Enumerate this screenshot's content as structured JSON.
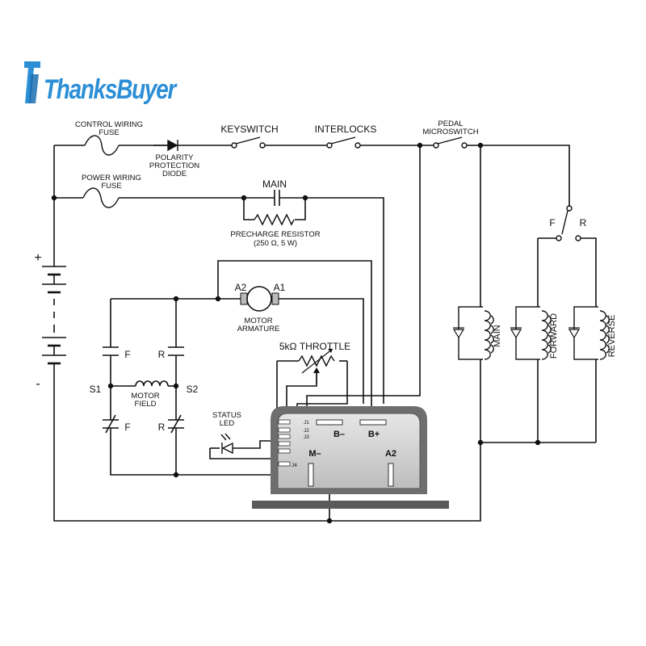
{
  "brand": {
    "logo_text": "ThanksBuyer",
    "logo_color": "#2c8fd6"
  },
  "labels": {
    "control_wiring_fuse": [
      "CONTROL WIRING",
      "FUSE"
    ],
    "polarity_protection_diode": [
      "POLARITY",
      "PROTECTION",
      "DIODE"
    ],
    "keyswitch": "KEYSWITCH",
    "interlocks": "INTERLOCKS",
    "pedal_microswitch": [
      "PEDAL",
      "MICROSWITCH"
    ],
    "power_wiring_fuse": [
      "POWER WIRING",
      "FUSE"
    ],
    "main_contactor": "MAIN",
    "precharge_resistor": [
      "PRECHARGE RESISTOR",
      "(250 Ω, 5 W)"
    ],
    "battery_plus": "+",
    "battery_minus": "-",
    "armature_a2": "A2",
    "armature_a1": "A1",
    "motor_armature": [
      "MOTOR",
      "ARMATURE"
    ],
    "throttle": "5kΩ THROTTLE",
    "field_f_top": "F",
    "field_r_top": "R",
    "s1": "S1",
    "s2": "S2",
    "motor_field": [
      "MOTOR",
      "FIELD"
    ],
    "field_f_bottom": "F",
    "field_r_bottom": "R",
    "status_led": [
      "STATUS",
      "LED"
    ],
    "j1": "J1",
    "j2": "J2",
    "j3": "J3",
    "j4": "J4",
    "b_minus": "B–",
    "b_plus": "B+",
    "m_minus": "M–",
    "a2_terminal": "A2",
    "fr_f": "F",
    "fr_r": "R",
    "coil_main": "MAIN",
    "coil_forward": "FORWARD",
    "coil_reverse": "REVERSE"
  }
}
